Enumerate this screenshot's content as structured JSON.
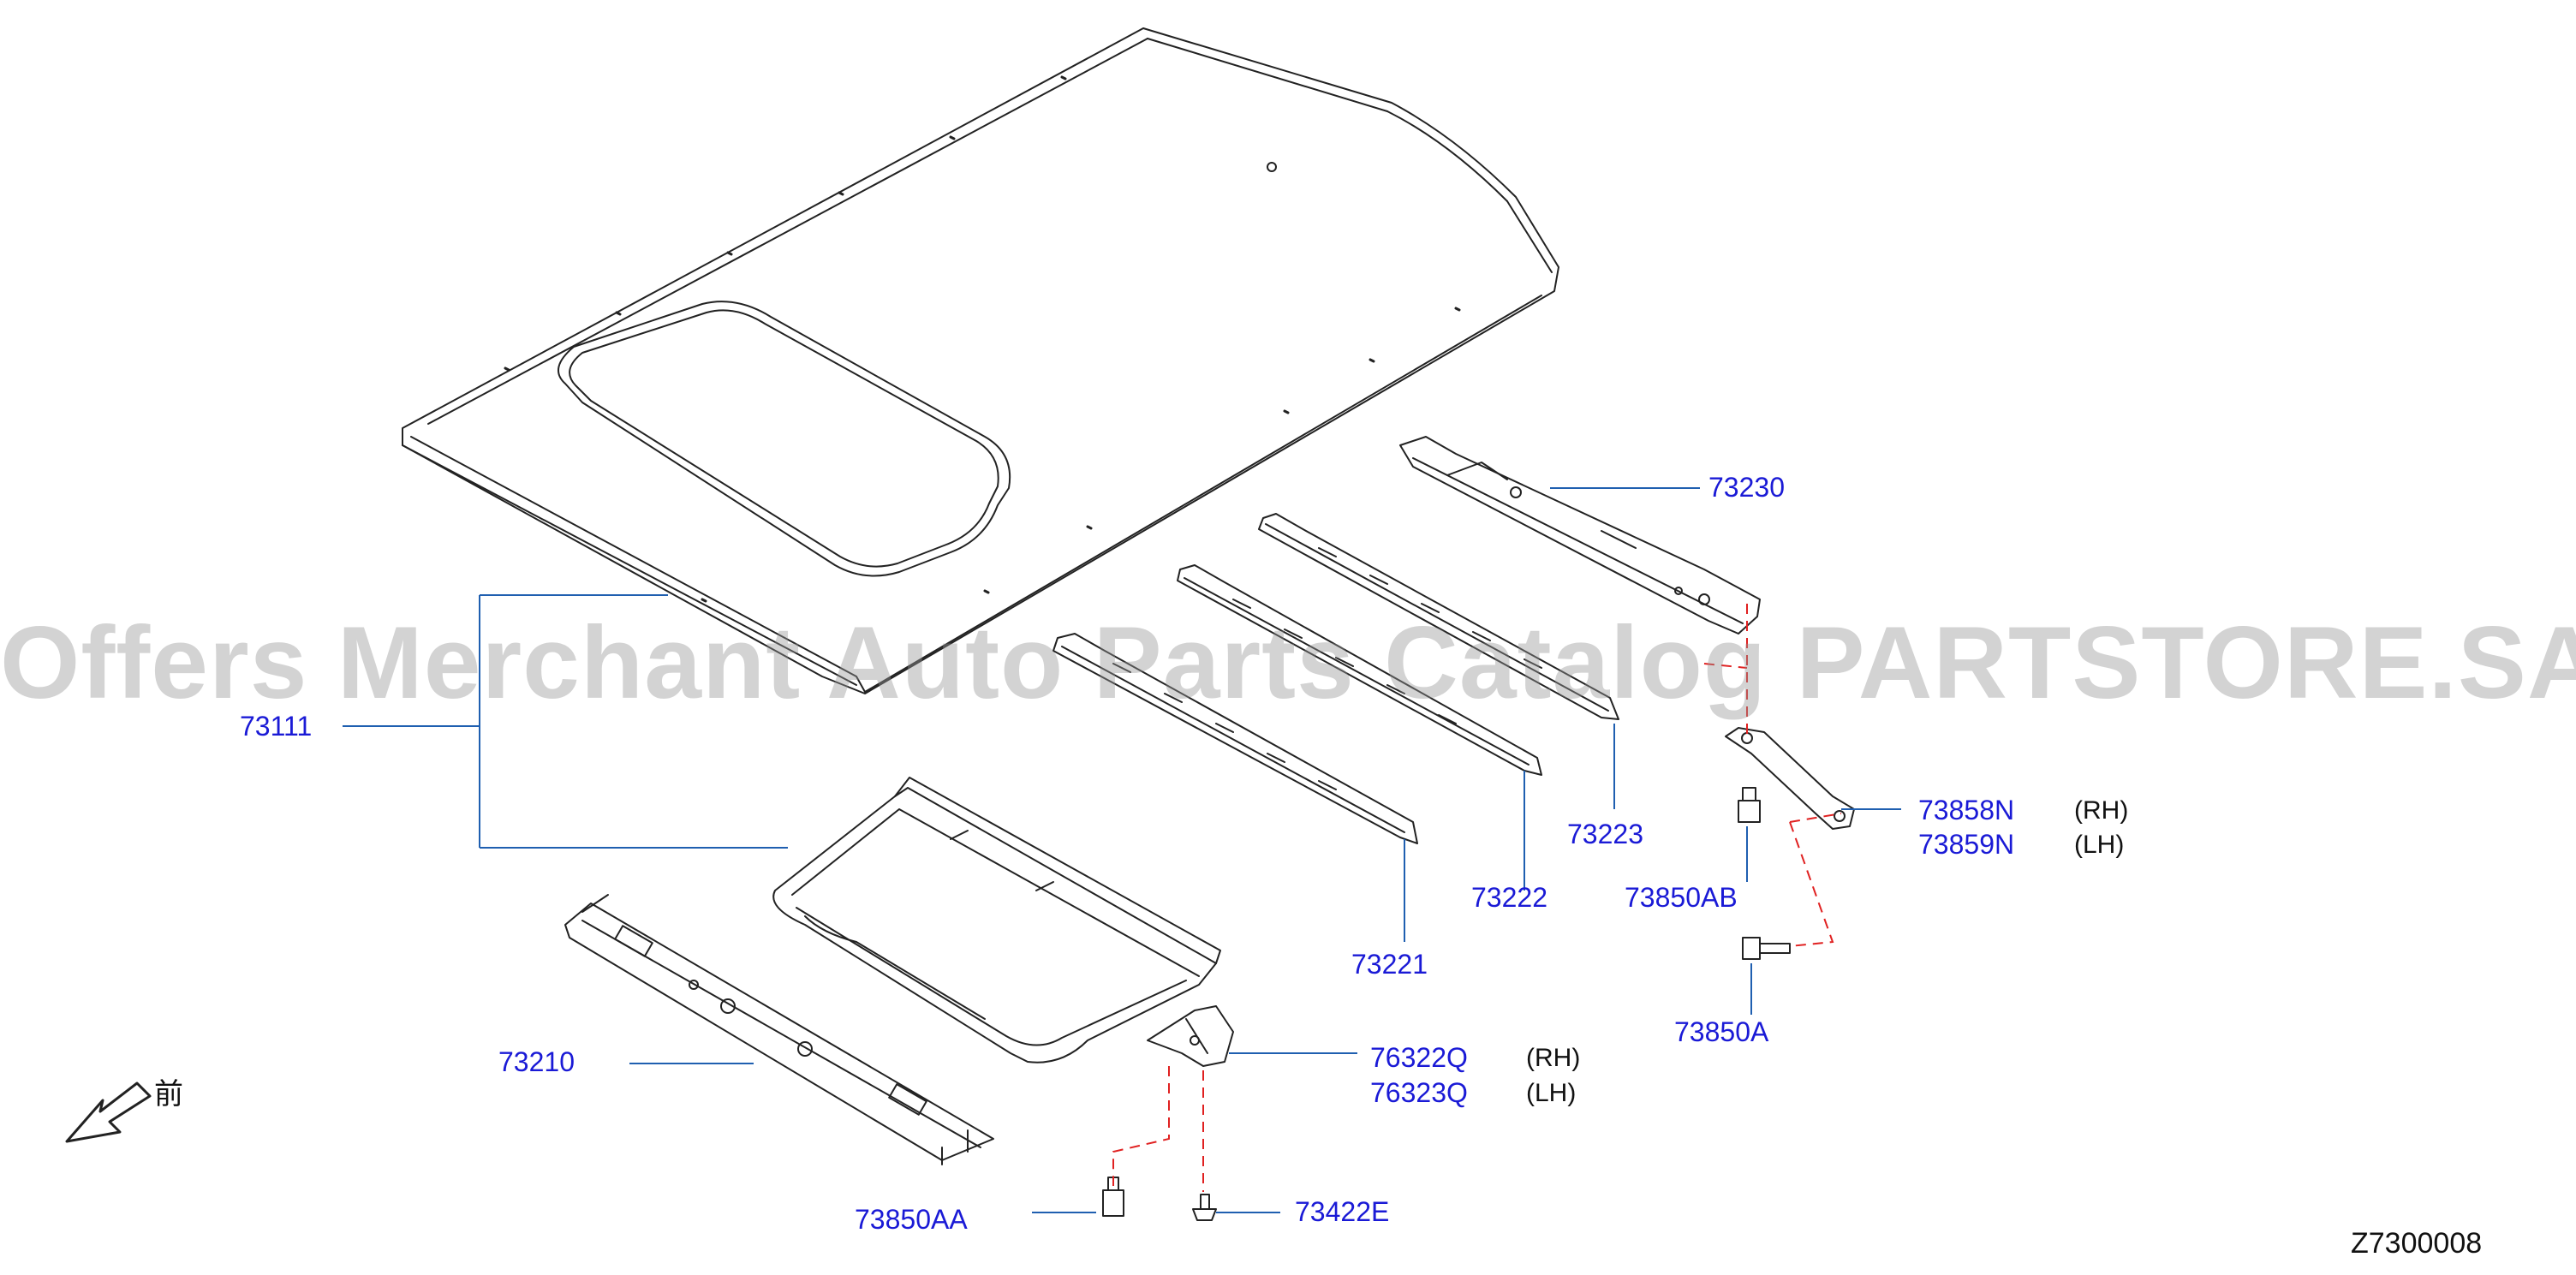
{
  "watermark": "Offers Merchant Auto Parts Catalog PARTSTORE.SA",
  "diagram_code": "Z7300008",
  "front_marker": "前",
  "colors": {
    "label": "#1a1ad6",
    "leader": "#1f5fb0",
    "fastener_path": "#e02020",
    "outline": "#222222"
  },
  "callouts": {
    "p73111": "73111",
    "p73230": "73230",
    "p73223": "73223",
    "p73222": "73222",
    "p73221": "73221",
    "p73210": "73210",
    "p73858N": "73858N",
    "p73859N": "73859N",
    "p73850AB": "73850AB",
    "p73850A": "73850A",
    "p76322Q": "76322Q",
    "p76323Q": "76323Q",
    "p73850AA": "73850AA",
    "p73422E": "73422E"
  },
  "sides": {
    "rh": "(RH)",
    "lh": "(LH)"
  }
}
